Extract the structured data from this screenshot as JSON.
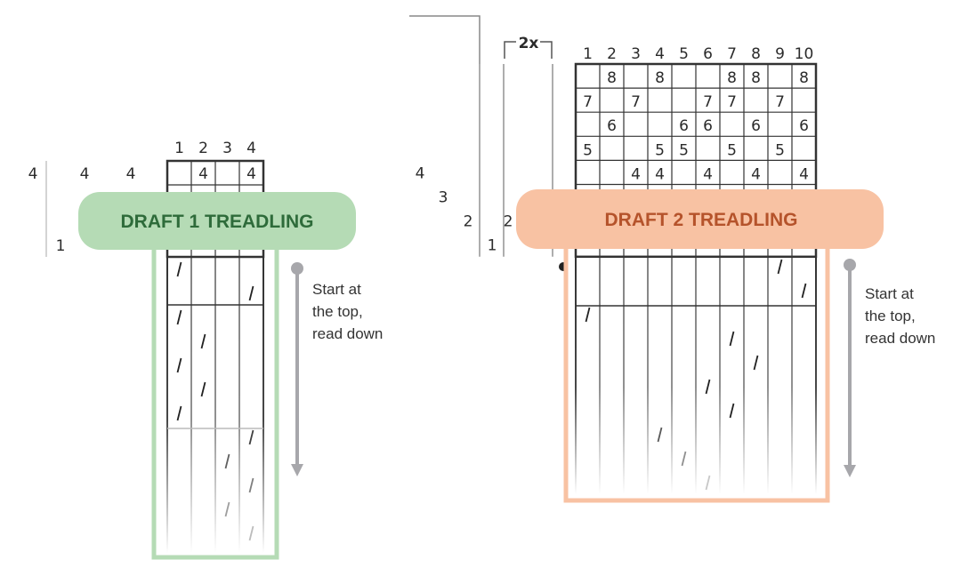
{
  "colors": {
    "grid": "#333333",
    "grid_light": "#b8b8b8",
    "draft1_accent": "#b5dbb5",
    "draft1_text": "#2e6b3a",
    "draft2_accent": "#f8c2a3",
    "draft2_text": "#b5532b",
    "arrow": "#a7a7ab"
  },
  "draft1": {
    "label": "DRAFT 1 TREADLING",
    "columns": [
      "1",
      "2",
      "3",
      "4"
    ],
    "tieup": [
      {
        "row": 1,
        "col": 2,
        "text": "4"
      },
      {
        "row": 1,
        "col": 4,
        "text": "4"
      }
    ],
    "threading": [
      {
        "row": 1,
        "text": "4"
      },
      {
        "row": 1,
        "text": "4"
      },
      {
        "row": 1,
        "text": "4"
      },
      {
        "row": 4,
        "text": "1"
      }
    ],
    "treadling_sequence": [
      1,
      4,
      1,
      2,
      1,
      2,
      1,
      4,
      3,
      4,
      3,
      4
    ],
    "note": [
      "Start at",
      "the top,",
      "read down"
    ]
  },
  "draft2": {
    "label": "DRAFT 2 TREADLING",
    "repeat_label": "2x",
    "columns": [
      "1",
      "2",
      "3",
      "4",
      "5",
      "6",
      "7",
      "8",
      "9",
      "10"
    ],
    "tieup": [
      {
        "row": 1,
        "col": 2,
        "text": "8"
      },
      {
        "row": 1,
        "col": 4,
        "text": "8"
      },
      {
        "row": 1,
        "col": 7,
        "text": "8"
      },
      {
        "row": 1,
        "col": 8,
        "text": "8"
      },
      {
        "row": 1,
        "col": 10,
        "text": "8"
      },
      {
        "row": 2,
        "col": 1,
        "text": "7"
      },
      {
        "row": 2,
        "col": 3,
        "text": "7"
      },
      {
        "row": 2,
        "col": 6,
        "text": "7"
      },
      {
        "row": 2,
        "col": 7,
        "text": "7"
      },
      {
        "row": 2,
        "col": 9,
        "text": "7"
      },
      {
        "row": 3,
        "col": 2,
        "text": "6"
      },
      {
        "row": 3,
        "col": 5,
        "text": "6"
      },
      {
        "row": 3,
        "col": 6,
        "text": "6"
      },
      {
        "row": 3,
        "col": 8,
        "text": "6"
      },
      {
        "row": 3,
        "col": 10,
        "text": "6"
      },
      {
        "row": 4,
        "col": 1,
        "text": "5"
      },
      {
        "row": 4,
        "col": 4,
        "text": "5"
      },
      {
        "row": 4,
        "col": 5,
        "text": "5"
      },
      {
        "row": 4,
        "col": 7,
        "text": "5"
      },
      {
        "row": 4,
        "col": 9,
        "text": "5"
      },
      {
        "row": 5,
        "col": 3,
        "text": "4"
      },
      {
        "row": 5,
        "col": 4,
        "text": "4"
      },
      {
        "row": 5,
        "col": 6,
        "text": "4"
      },
      {
        "row": 5,
        "col": 8,
        "text": "4"
      },
      {
        "row": 5,
        "col": 10,
        "text": "4"
      }
    ],
    "threading": [
      {
        "row": 5,
        "text": "4"
      },
      {
        "row": 6,
        "text": "3"
      },
      {
        "row": 7,
        "text": "2"
      },
      {
        "row": 7,
        "text": "2"
      },
      {
        "row": 8,
        "text": "1"
      }
    ],
    "treadling_sequence": [
      9,
      10,
      1,
      7,
      8,
      6,
      7,
      4,
      5,
      6
    ],
    "note": [
      "Start at",
      "the top,",
      "read down"
    ]
  }
}
